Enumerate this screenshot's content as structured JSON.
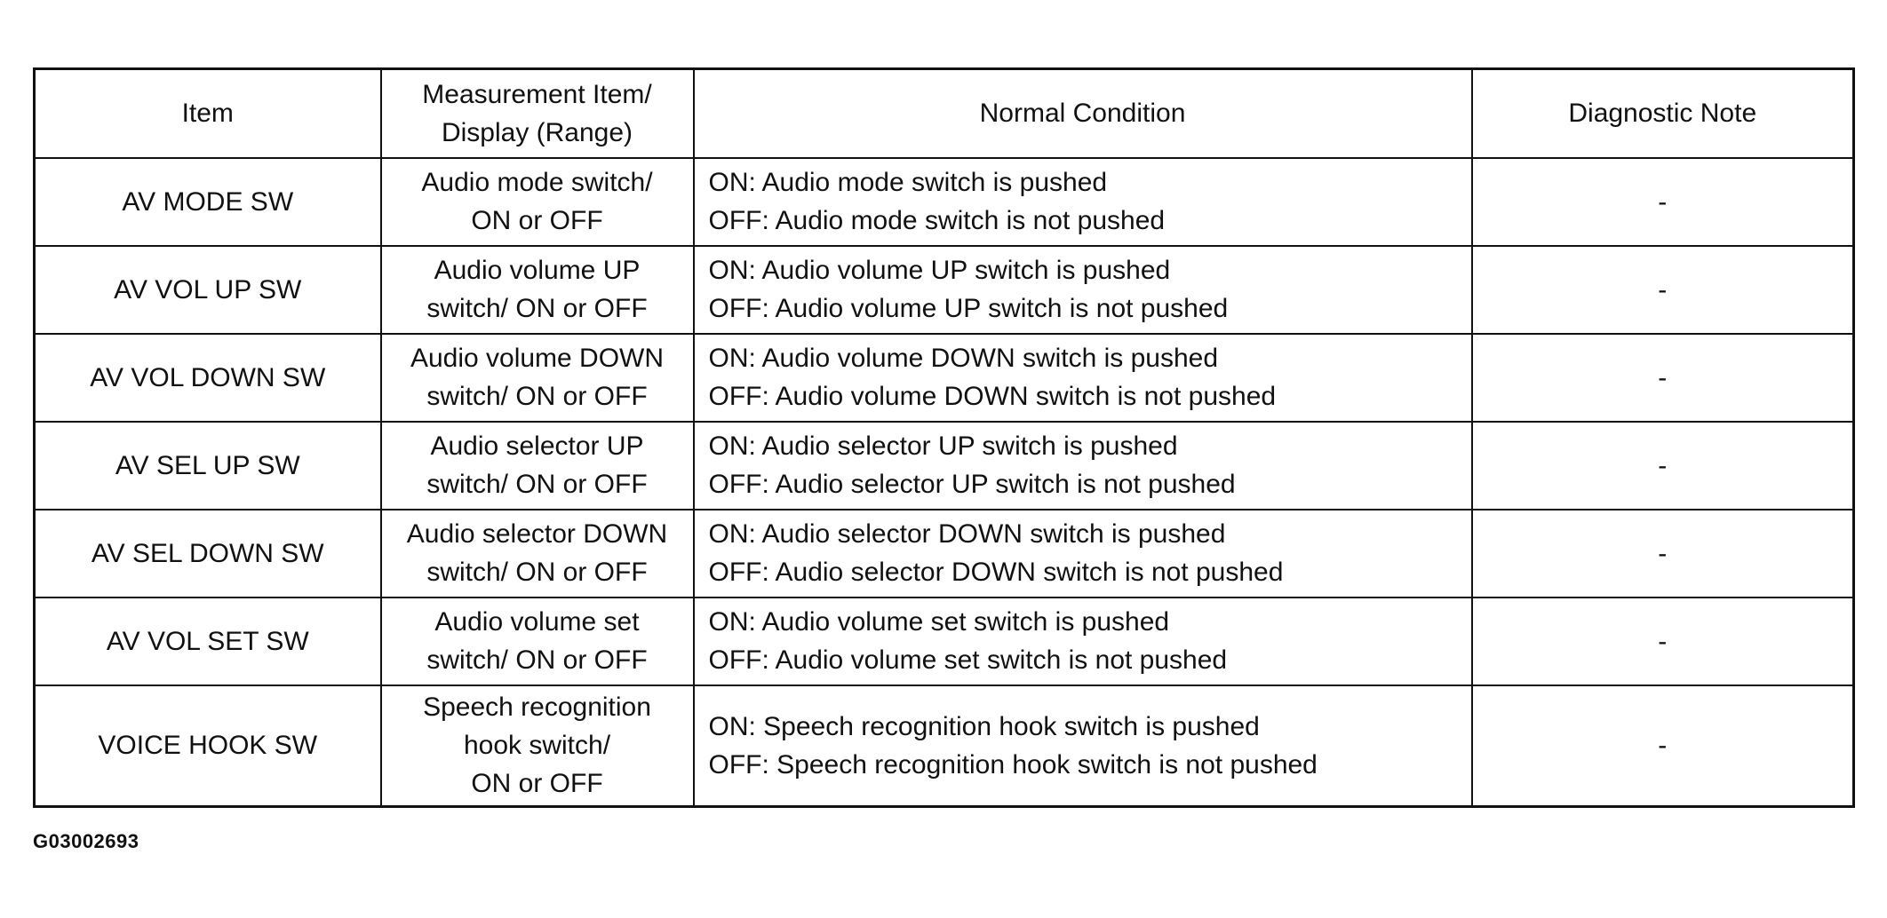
{
  "table": {
    "headers": {
      "item": "Item",
      "measurement": "Measurement Item/\nDisplay (Range)",
      "normal_condition": "Normal Condition",
      "diagnostic_note": "Diagnostic Note"
    },
    "rows": [
      {
        "item": "AV MODE SW",
        "measurement": "Audio mode switch/\nON or OFF",
        "normal_condition": "ON: Audio mode switch is pushed\nOFF: Audio mode switch is not pushed",
        "diagnostic_note": "-"
      },
      {
        "item": "AV VOL UP SW",
        "measurement": "Audio volume UP\nswitch/ ON or OFF",
        "normal_condition": "ON: Audio volume UP switch is pushed\nOFF: Audio volume UP switch is not pushed",
        "diagnostic_note": "-"
      },
      {
        "item": "AV VOL DOWN SW",
        "measurement": "Audio volume DOWN\nswitch/ ON or OFF",
        "normal_condition": "ON: Audio volume DOWN switch is pushed\nOFF: Audio volume DOWN switch is not pushed",
        "diagnostic_note": "-"
      },
      {
        "item": "AV SEL UP SW",
        "measurement": "Audio selector UP\nswitch/ ON or OFF",
        "normal_condition": "ON: Audio selector UP switch is pushed\nOFF: Audio selector UP switch is not pushed",
        "diagnostic_note": "-"
      },
      {
        "item": "AV SEL DOWN SW",
        "measurement": "Audio selector DOWN\nswitch/ ON or OFF",
        "normal_condition": "ON: Audio selector DOWN switch is pushed\nOFF: Audio selector DOWN switch is not pushed",
        "diagnostic_note": "-"
      },
      {
        "item": "AV VOL SET SW",
        "measurement": "Audio volume set\nswitch/ ON or OFF",
        "normal_condition": "ON: Audio volume set switch is pushed\nOFF: Audio volume set switch is not pushed",
        "diagnostic_note": "-"
      },
      {
        "item": "VOICE HOOK SW",
        "measurement": "Speech recognition\nhook switch/\nON or OFF",
        "normal_condition": "ON: Speech recognition hook switch is pushed\nOFF: Speech recognition hook switch is not pushed",
        "diagnostic_note": "-"
      }
    ]
  },
  "figure_id": "G03002693"
}
